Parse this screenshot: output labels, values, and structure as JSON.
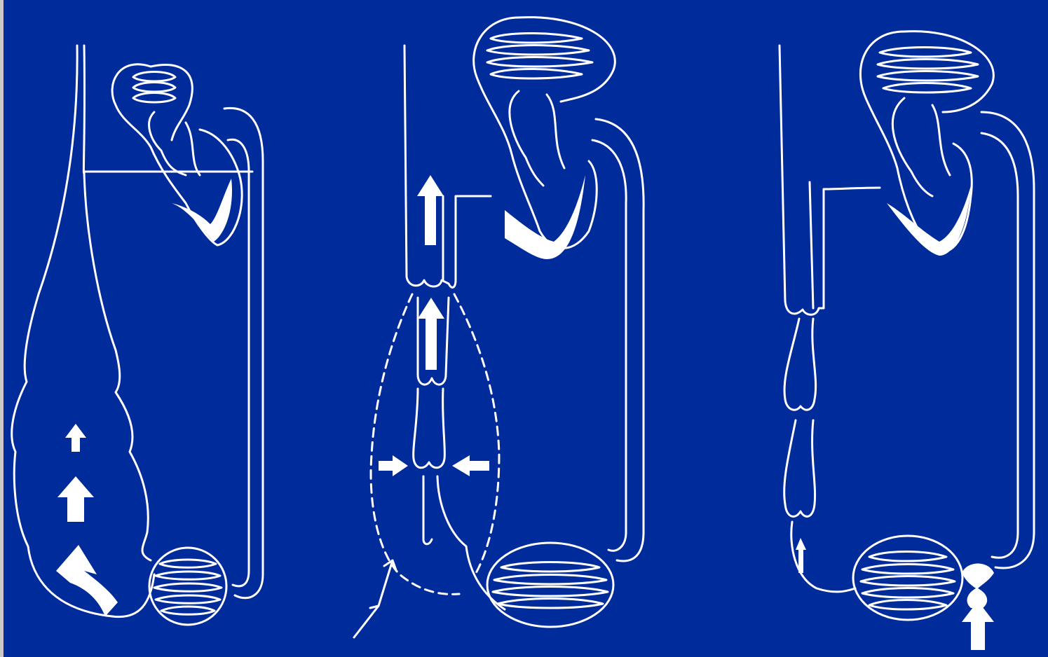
{
  "colors": {
    "background": "#002B9A",
    "stroke": "#FFFFFF",
    "left_edge": "#C9C9C9"
  },
  "panels": [
    {
      "name": "panel-left",
      "arrows": [
        "up-arrow-small",
        "up-arrow-medium",
        "curved-up-arrow-large"
      ]
    },
    {
      "name": "panel-middle",
      "arrows": [
        "up-arrow-in-vessel",
        "up-arrow-in-vessel",
        "right-compress-arrow",
        "left-compress-arrow",
        "pointer-arrow"
      ]
    },
    {
      "name": "panel-right",
      "arrows": [
        "small-up-arrow-in-vessel",
        "up-arrow-below-bulb"
      ]
    }
  ]
}
